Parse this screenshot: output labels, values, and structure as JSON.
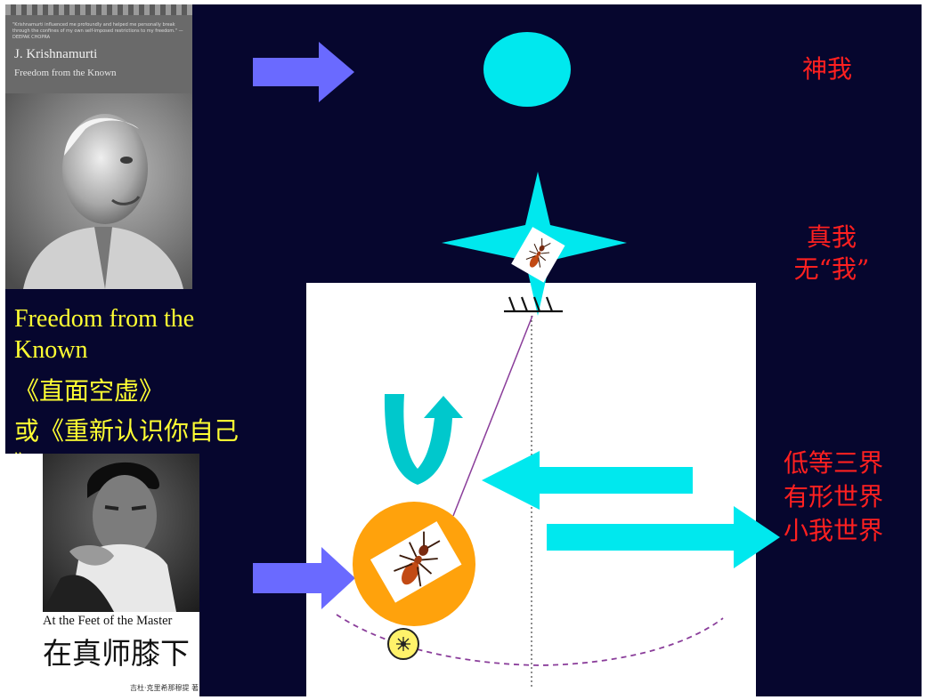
{
  "book1": {
    "blurb": "\"Krishnamurti influenced me profoundly and helped me personally break through the confines of my own self-imposed restrictions to my freedom.\" —DEEPAK CHOPRA",
    "author": "J. Krishnamurti",
    "title": "Freedom from the Known"
  },
  "caption": {
    "line1": "Freedom from the",
    "line2": "Known",
    "line3": "《直面空虚》",
    "line4": "或《重新认识你自己",
    "line5": "》"
  },
  "book2": {
    "title_en": "At the Feet of the Master",
    "title_zh": "在真师膝下",
    "publisher": "吉杜·克里希那穆提 著"
  },
  "labels": {
    "divine_self": "神我",
    "true_self_1": "真我",
    "true_self_2": "无“我”",
    "lower_1": "低等三界",
    "lower_2": "有形世界",
    "lower_3": "小我世界"
  },
  "colors": {
    "background": "#06062e",
    "cyan": "#00e8ee",
    "orange": "#ffa20c",
    "arrow_blue": "#6a6aff",
    "label_red": "#ff2020",
    "caption_yellow": "#ffff33",
    "pendulum_purple": "#8a3d9a"
  }
}
